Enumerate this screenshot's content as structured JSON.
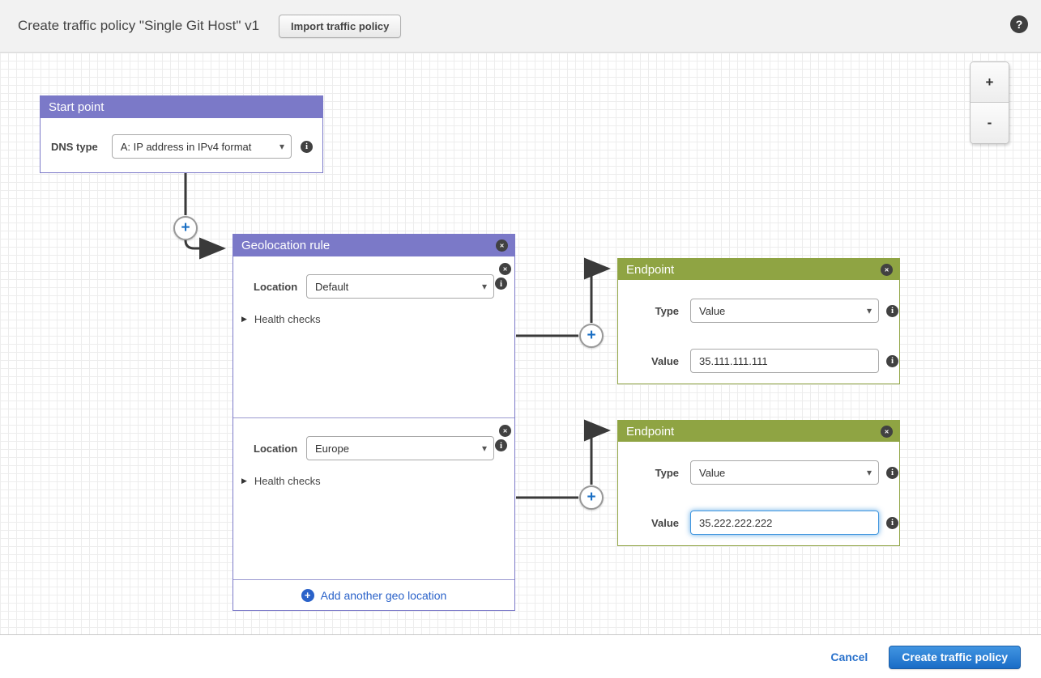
{
  "header": {
    "title": "Create traffic policy \"Single Git Host\" v1",
    "import_button_label": "Import traffic policy"
  },
  "zoom_controls": {
    "zoom_in_label": "+",
    "zoom_out_label": "-"
  },
  "start_point": {
    "title": "Start point",
    "dns_type_label": "DNS type",
    "dns_type_value": "A: IP address in IPv4 format"
  },
  "geolocation_rule": {
    "title": "Geolocation rule",
    "add_location_label": "Add another geo location",
    "locations": [
      {
        "location_label": "Location",
        "location_value": "Default",
        "health_checks_label": "Health checks"
      },
      {
        "location_label": "Location",
        "location_value": "Europe",
        "health_checks_label": "Health checks"
      }
    ]
  },
  "endpoints": [
    {
      "title": "Endpoint",
      "type_label": "Type",
      "type_value": "Value",
      "value_label": "Value",
      "value_text": "35.111.111.111"
    },
    {
      "title": "Endpoint",
      "type_label": "Type",
      "type_value": "Value",
      "value_label": "Value",
      "value_text": "35.222.222.222"
    }
  ],
  "footer": {
    "cancel_label": "Cancel",
    "create_button_label": "Create traffic policy"
  },
  "icons": {
    "help": "?",
    "close": "✕",
    "info": "i",
    "plus": "+",
    "caret": "▾",
    "collapsed_triangle": "▶"
  },
  "colors": {
    "rule_header_purple": "#7b79c8",
    "endpoint_header_green": "#8fa443",
    "accent_blue": "#1a6fc4",
    "link_blue": "#2a62c9",
    "primary_button_blue": "#1a6cc6"
  }
}
